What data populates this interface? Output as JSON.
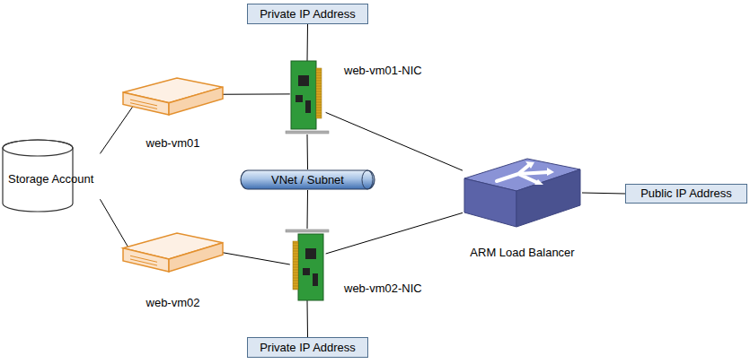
{
  "diagram": {
    "nodes": [
      {
        "text": [
          "Private IP Address"
        ]
      },
      {
        "text": [
          "web-vm01-NIC"
        ]
      },
      {
        "text": [
          "web-vm01"
        ]
      },
      {
        "text": [
          "Storage Account"
        ]
      },
      {
        "text": [
          "VNet / Subnet"
        ]
      },
      {
        "text": [
          "ARM Load Balancer"
        ]
      },
      {
        "text": [
          "Public IP Address"
        ]
      },
      {
        "text": [
          "web-vm02"
        ]
      },
      {
        "text": [
          "web-vm02-NIC"
        ]
      },
      {
        "text": [
          "Private IP Address"
        ]
      }
    ],
    "edges": [
      {
        "from": 0,
        "to": 1,
        "arrow": "none"
      },
      {
        "from": 2,
        "to": 1,
        "arrow": "none"
      },
      {
        "from": 3,
        "to": 2,
        "arrow": "none"
      },
      {
        "from": 3,
        "to": 7,
        "arrow": "none"
      },
      {
        "from": 1,
        "to": 4,
        "arrow": "none"
      },
      {
        "from": 4,
        "to": 8,
        "arrow": "none"
      },
      {
        "from": 1,
        "to": 5,
        "arrow": "none"
      },
      {
        "from": 8,
        "to": 5,
        "arrow": "none"
      },
      {
        "from": 5,
        "to": 6,
        "arrow": "none"
      },
      {
        "from": 7,
        "to": 8,
        "arrow": "none"
      },
      {
        "from": 8,
        "to": 9,
        "arrow": "none"
      }
    ]
  }
}
